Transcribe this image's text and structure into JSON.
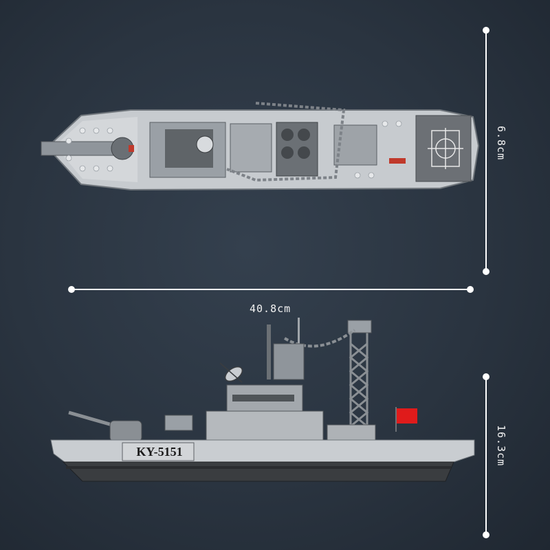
{
  "dimensions": {
    "top_view_height": "6.8cm",
    "length": "40.8cm",
    "side_view_height": "16.3cm"
  },
  "ship": {
    "hull_number": "KY-5151"
  },
  "colors": {
    "background": "#2a3440",
    "hull_light": "#c9cdd1",
    "hull_dark": "#3a3d40",
    "flag": "#e01b1b",
    "dimension_line": "#ffffff"
  }
}
